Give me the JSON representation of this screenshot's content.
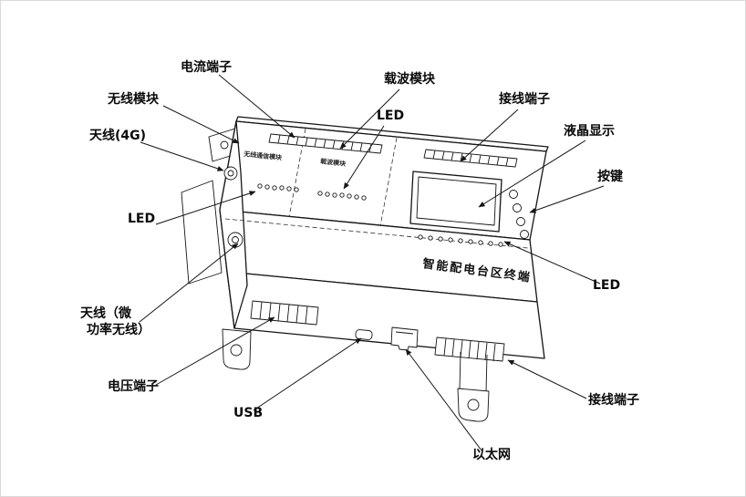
{
  "colors": {
    "line": "#151515",
    "background": "#ffffff"
  },
  "device": {
    "nameplate": "智能配电台区终端",
    "wireless_module_label": "无线通信模块",
    "carrier_module_label": "载波模块"
  },
  "callouts": {
    "current_terminal": "电流端子",
    "wireless_module": "无线模块",
    "antenna_4g": "天线(4G)",
    "led_left": "LED",
    "carrier_module": "载波模块",
    "led_top": "LED",
    "terminal_top": "接线端子",
    "lcd": "液晶显示",
    "keys": "按键",
    "led_right": "LED",
    "antenna_micro_line1": "天线（微",
    "antenna_micro_line2": "功率无线）",
    "voltage_terminal": "电压端子",
    "usb": "USB",
    "ethernet": "以太网",
    "terminal_bottom": "接线端子"
  }
}
